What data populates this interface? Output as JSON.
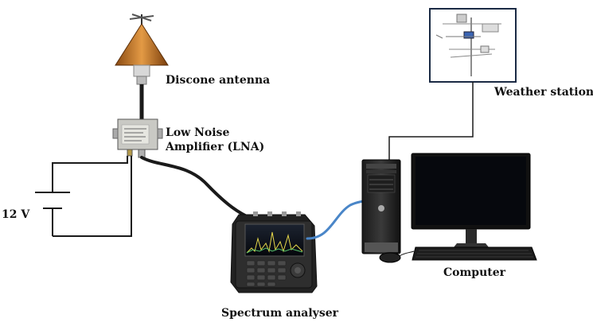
{
  "labels": {
    "antenna": "Discone antenna",
    "lna_line1": "Low Noise",
    "lna_line2": "Amplifier (LNA)",
    "battery": "12 V",
    "weather": "Weather station",
    "computer": "Computer",
    "analyser": "Spectrum analyser"
  },
  "colors": {
    "wire": "#1a1a1a",
    "usb_cable": "#4a86c8",
    "antenna_cone": "#c8772a",
    "screen": "#0a0f1a",
    "device_body": "#2b2b2b"
  },
  "icons": [
    "discone-antenna-icon",
    "lna-box-icon",
    "battery-icon",
    "spectrum-analyser-icon",
    "computer-tower-icon",
    "monitor-icon",
    "keyboard-icon",
    "mouse-icon",
    "weather-station-icon"
  ]
}
